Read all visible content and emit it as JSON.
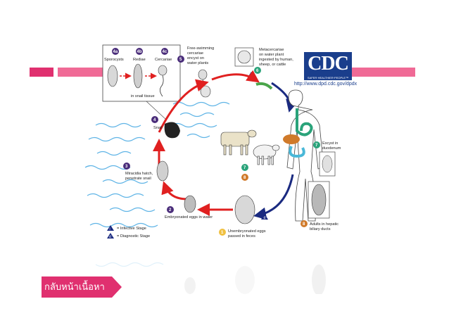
{
  "header_bar": {
    "accent": "#f06a96",
    "dark_accent": "#e0306f"
  },
  "cdc": {
    "logo": "CDC",
    "tagline": "SAFER·HEALTHIER·PEOPLE™",
    "url": "http://www.dpd.cdc.gov/dpdx"
  },
  "stages": {
    "s4a": "4a",
    "s4b": "4b",
    "s4c": "4c",
    "sporocysts": "Sporocysts",
    "rediae": "Rediae",
    "cercariae": "Cercariae",
    "in_snail": "in snail tissue",
    "s5": "5",
    "free_swimming": [
      "Free-swimming",
      "cercariae",
      "encyst on",
      "water plants"
    ],
    "s6": "6",
    "metacercariae": [
      "Metacercariae",
      "on water plant",
      "ingested by human,",
      "sheep, or cattle"
    ],
    "s4": "4",
    "snail": "Snail",
    "s3": "3",
    "miracidia": [
      "Miracidia hatch,",
      "penetrate snail"
    ],
    "s2": "2",
    "embryonated": "Embryonated eggs in water",
    "s1": "1",
    "unembryonated": [
      "Unembryonated eggs",
      "passed in feces"
    ],
    "s7": "7",
    "excyst": [
      "Excyst in",
      "duodenum"
    ],
    "s8": "8",
    "adults": [
      "Adults in hepatic",
      "biliary ducts"
    ]
  },
  "legend": {
    "infective_letter": "i",
    "infective": "= Infective Stage",
    "diagnostic_letter": "d",
    "diagnostic": "= Diagnostic Stage"
  },
  "back_button": {
    "label": "กลับหน้าเนื้อหา"
  }
}
